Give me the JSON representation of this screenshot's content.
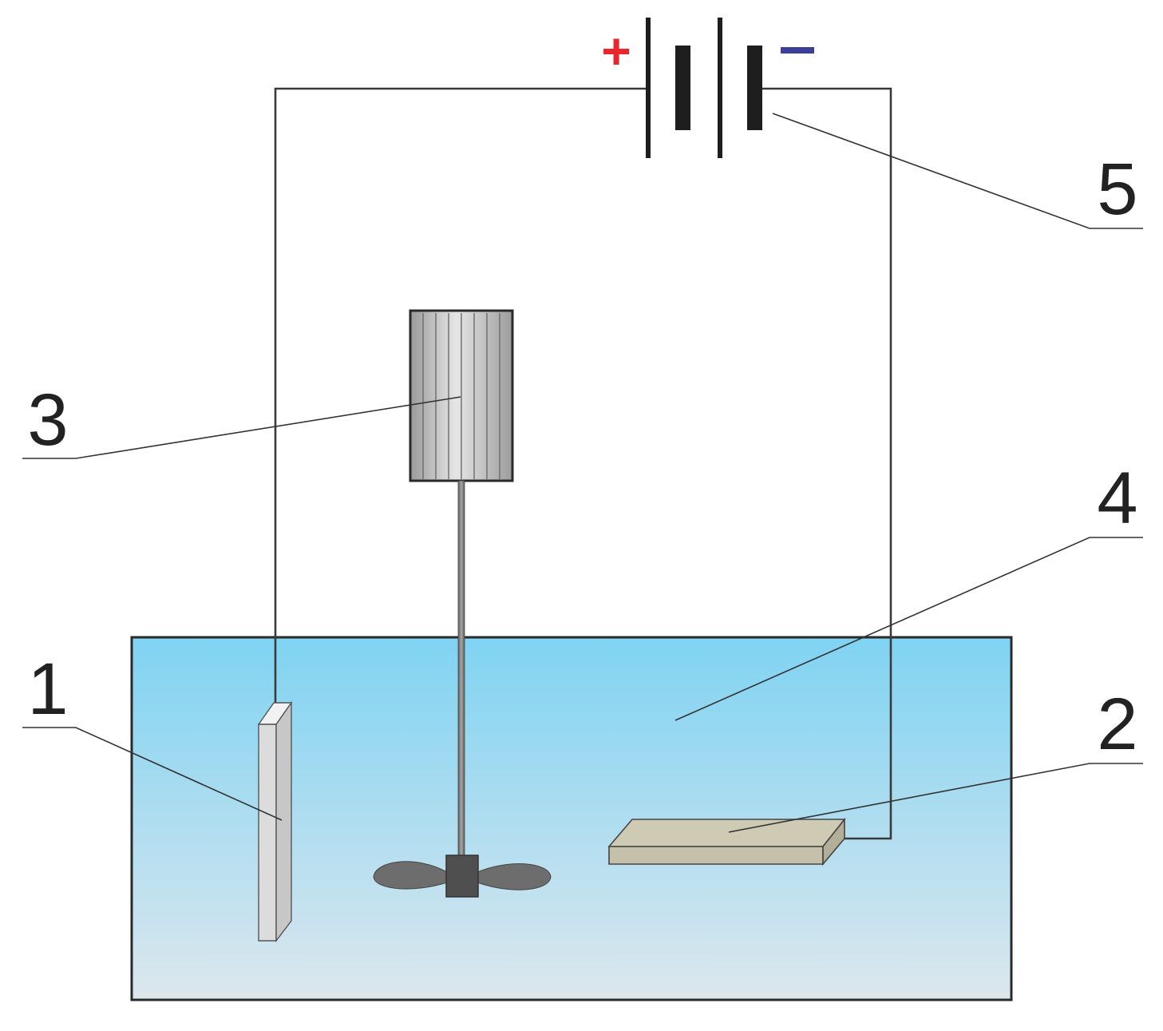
{
  "battery": {
    "plus_sign": "+",
    "minus_sign": "−",
    "plus_color": "#e8262b",
    "minus_color": "#3b3f98"
  },
  "electrolyte_color_top": "#7fd3f2",
  "electrolyte_color_bottom": "#dde7ee",
  "labels": {
    "label_1": "1",
    "label_2": "2",
    "label_3": "3",
    "label_4": "4",
    "label_5": "5"
  }
}
